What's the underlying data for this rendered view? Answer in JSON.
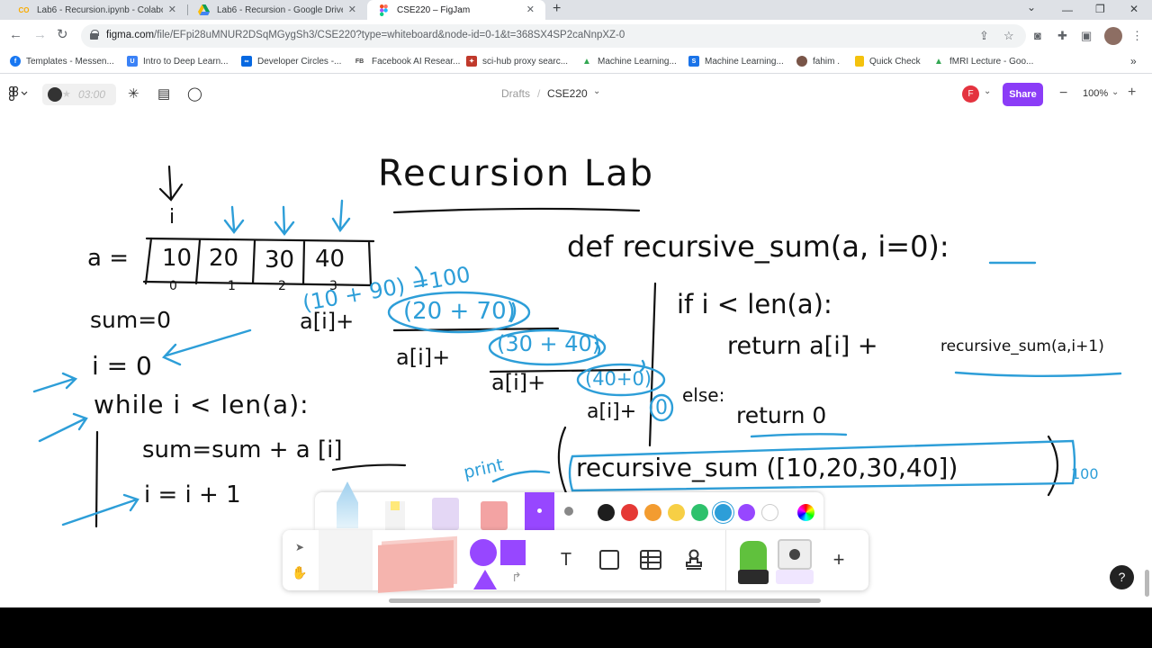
{
  "browser": {
    "tabs": [
      {
        "title": "Lab6 - Recursion.ipynb - Colabo",
        "icon": "colab-icon",
        "color": "#f9ab00",
        "active": false
      },
      {
        "title": "Lab6 - Recursion - Google Drive",
        "icon": "google-drive-icon",
        "color": "#1fa463",
        "active": false
      },
      {
        "title": "CSE220 – FigJam",
        "icon": "figma-icon",
        "color": "#f24e1e",
        "active": true
      }
    ],
    "url_host": "figma.com",
    "url_path": "/file/EFpi28uMNUR2DSqMGygSh3/CSE220?type=whiteboard&node-id=0-1&t=368SX4SP2caNnpXZ-0",
    "bookmarks": [
      {
        "label": "Templates - Messen...",
        "color": "#1877f2",
        "glyph": "f"
      },
      {
        "label": "Intro to Deep Learn...",
        "color": "#3b82f6",
        "glyph": "U"
      },
      {
        "label": "Developer Circles -...",
        "color": "#0668e1",
        "glyph": "∞"
      },
      {
        "label": "Facebook AI Resear...",
        "color": "#444444",
        "glyph": "FB"
      },
      {
        "label": "sci-hub proxy searc...",
        "color": "#c0392b",
        "glyph": "✦"
      },
      {
        "label": "Machine Learning...",
        "color": "#34a853",
        "glyph": "▲"
      },
      {
        "label": "Machine Learning...",
        "color": "#1a73e8",
        "glyph": "S"
      },
      {
        "label": "fahim .",
        "color": "#795548",
        "glyph": "●"
      },
      {
        "label": "Quick Check",
        "color": "#f4c20d",
        "glyph": "▮"
      },
      {
        "label": "fMRI Lecture - Goo...",
        "color": "#34a853",
        "glyph": "▲"
      }
    ]
  },
  "figma": {
    "timer": "03:00",
    "breadcrumb_parent": "Drafts",
    "breadcrumb_sep": "/",
    "file_name": "CSE220",
    "user_initial": "F",
    "share_label": "Share",
    "zoom": "100%"
  },
  "whiteboard": {
    "title": "Recursion Lab",
    "array_label": "a =",
    "array_values": [
      "10",
      "20",
      "30",
      "40"
    ],
    "array_indices": [
      "0",
      "1",
      "2",
      "3"
    ],
    "index_marker": "i",
    "iter_code": [
      "sum=0",
      "i = 0",
      "while  i  <  len(a):",
      "sum=sum + a [i]",
      "i = i + 1"
    ],
    "def_line": "def   recursive_sum(a, i=0):",
    "if_line": "if   i < len(a):",
    "return1": "return  a[i] +",
    "return1_call": "recursive_sum(a,i+1)",
    "else_line": "else:",
    "return0": "return 0",
    "print_label": "print",
    "print_call": "recursive_sum  ([10,20,30,40])",
    "print_result": "100",
    "trace": [
      {
        "prefix": "a[i]+",
        "expr": "(20 + 70)"
      },
      {
        "prefix": "a[i]+",
        "expr": "(30 + 40)"
      },
      {
        "prefix": "a[i]+",
        "expr": "(40+0)"
      },
      {
        "prefix": "a[i]+",
        "expr": "0"
      }
    ],
    "top_sum": "(10 + 90) =100"
  },
  "palette": [
    "#1e1e1e",
    "#e53935",
    "#f39c30",
    "#f7cf45",
    "#2ec16c",
    "#2d9ed8",
    "#9747ff",
    "#ffffff"
  ],
  "help": "?"
}
